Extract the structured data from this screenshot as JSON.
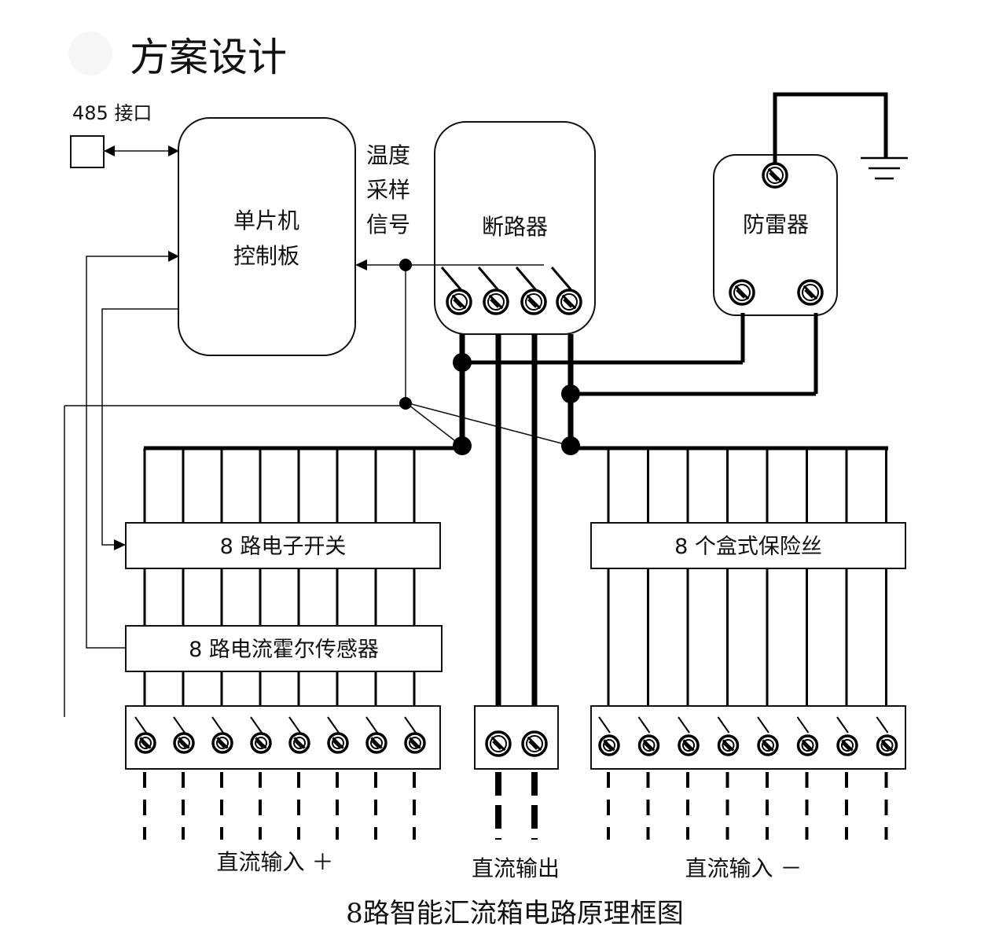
{
  "slide_title": "方案设计",
  "caption": "8路智能汇流箱电路原理框图",
  "labels": {
    "port_485": "485 接口",
    "mcu_line1": "单片机",
    "mcu_line2": "控制板",
    "temp_line1": "温度",
    "temp_line2": "采样",
    "temp_line3": "信号",
    "breaker": "断路器",
    "surge": "防雷器",
    "switch_bar": "8 路电子开关",
    "hall_bar": "8 路电流霍尔传感器",
    "fuse_bar": "8 个盒式保险丝",
    "dc_in_pos": "直流输入 ＋",
    "dc_out": "直流输出",
    "dc_in_neg": "直流输入 －"
  },
  "icons": {
    "title_bullet": "circle-bullet-icon",
    "ground": "ground-icon",
    "terminal": "screw-terminal-icon"
  },
  "colors": {
    "line": "#000000",
    "background": "#ffffff"
  }
}
